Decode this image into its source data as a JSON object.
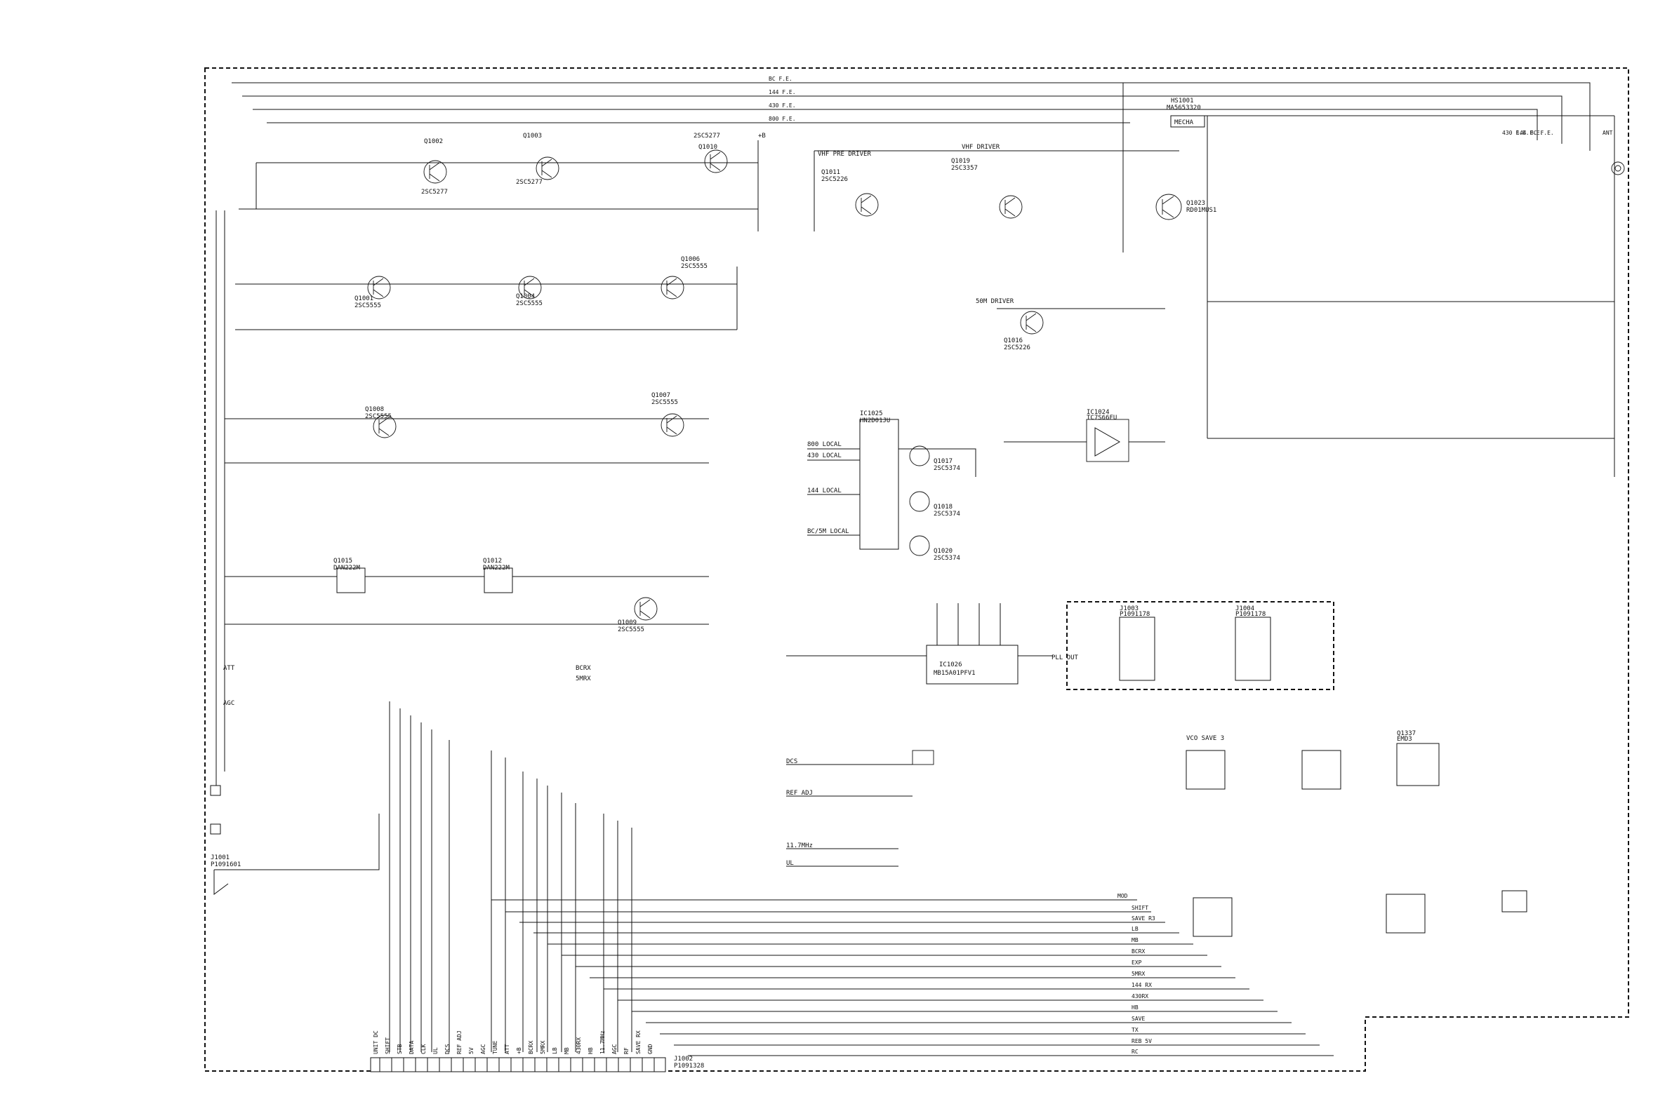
{
  "board": {
    "unit_label": "MECHA",
    "unit_ref": "HS1001",
    "unit_part": "MA5653320"
  },
  "rails": [
    {
      "label": "BC F.E."
    },
    {
      "label": "144 F.E."
    },
    {
      "label": "430 F.E."
    },
    {
      "label": "800 F.E."
    }
  ],
  "stage_labels": [
    {
      "label": "+B"
    },
    {
      "label": "VHF PRE DRIVER"
    },
    {
      "label": "VHF DRIVER"
    },
    {
      "label": "50M DRIVER"
    },
    {
      "label": "800 LOCAL"
    },
    {
      "label": "430 LOCAL"
    },
    {
      "label": "144 LOCAL"
    },
    {
      "label": "BC/5M LOCAL"
    },
    {
      "label": "BCRX"
    },
    {
      "label": "5MRX"
    },
    {
      "label": "PLL OUT"
    },
    {
      "label": "VCO SAVE 3"
    },
    {
      "label": "ATT"
    },
    {
      "label": "AGC"
    }
  ],
  "transistors": [
    {
      "ref": "Q1002",
      "part": "2SC5277"
    },
    {
      "ref": "Q1003",
      "part": "2SC5277"
    },
    {
      "ref": "Q1010",
      "part": "2SC5277"
    },
    {
      "ref": "Q1001",
      "part": "2SC5555"
    },
    {
      "ref": "Q1004",
      "part": "2SC5555"
    },
    {
      "ref": "Q1006",
      "part": "2SC5555"
    },
    {
      "ref": "Q1008",
      "part": "2SC5555"
    },
    {
      "ref": "Q1007",
      "part": "2SC5555"
    },
    {
      "ref": "Q1009",
      "part": "2SC5555"
    },
    {
      "ref": "Q1011",
      "part": "2SC5226"
    },
    {
      "ref": "Q1019",
      "part": "2SC3357"
    },
    {
      "ref": "Q1016",
      "part": "2SC5226"
    },
    {
      "ref": "Q1023",
      "part": "RD01MUS1"
    },
    {
      "ref": "Q1017",
      "part": "2SC5374"
    },
    {
      "ref": "Q1018",
      "part": "2SC5374"
    },
    {
      "ref": "Q1020",
      "part": "2SC5374"
    }
  ],
  "ics": [
    {
      "ref": "IC1026",
      "part": "MB15A01PFV1"
    },
    {
      "ref": "IC1024",
      "part": "TC7S66FU"
    },
    {
      "ref": "IC1025",
      "part": "HN2D01JU"
    },
    {
      "ref": "Q1337",
      "part": "EMD3"
    },
    {
      "ref": "Q1015",
      "part": "DAN222M"
    },
    {
      "ref": "Q1012",
      "part": "DAN222M"
    }
  ],
  "connectors": [
    {
      "ref": "J1001",
      "part": "P1091601"
    },
    {
      "ref": "J1002",
      "part": "P1091328"
    },
    {
      "ref": "J1003",
      "part": "P1091178"
    },
    {
      "ref": "J1004",
      "part": "P1091178"
    }
  ],
  "j1002_pins": [
    "UNIT DC",
    "SHIFT",
    "STB",
    "DATA",
    "CLK",
    "UL",
    "DCS",
    "REF ADJ",
    "5V",
    "AGC",
    "TUNE",
    "ATT",
    "+B",
    "BCRX",
    "5MRX",
    "LB",
    "MB",
    "430RX",
    "HB",
    "11.7MHz",
    "AGC",
    "RF",
    "SAVE RX",
    "GND"
  ],
  "right_bus": [
    "MOD",
    "SHIFT",
    "SAVE R3",
    "LB",
    "MB",
    "BCRX",
    "EXP",
    "5MRX",
    "144 RX",
    "430RX",
    "HB",
    "SAVE",
    "TX",
    "REB 5V",
    "RC"
  ],
  "osc_labels": [
    {
      "label": "11.7MHz"
    },
    {
      "label": "REF ADJ"
    },
    {
      "label": "DCS"
    },
    {
      "label": "UL"
    }
  ],
  "ports": [
    {
      "label": "ANT"
    },
    {
      "label": "BC F.E."
    },
    {
      "label": "144 F.E."
    },
    {
      "label": "430 F.E."
    }
  ]
}
